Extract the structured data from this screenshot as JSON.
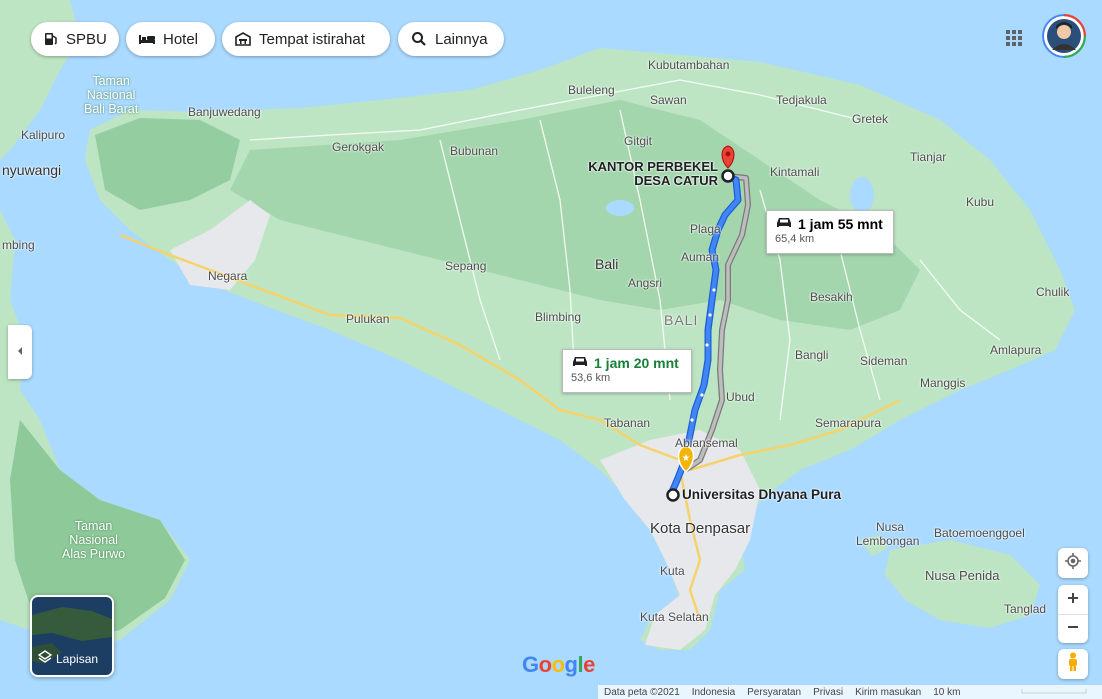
{
  "top_chips": [
    {
      "label": "SPBU",
      "icon": "gas-station-icon"
    },
    {
      "label": "Hotel",
      "icon": "bed-icon"
    },
    {
      "label": "Tempat istirahat",
      "icon": "rest-area-icon"
    },
    {
      "label": "Lainnya",
      "icon": "search-icon"
    }
  ],
  "routes": {
    "primary": {
      "duration": "1 jam 20 mnt",
      "distance": "53,6 km",
      "color": "#4285f4"
    },
    "alternate": {
      "duration": "1 jam 55 mnt",
      "distance": "65,4 km",
      "color": "#8e8e8e"
    }
  },
  "destination": {
    "name_line1": "KANTOR PERBEKEL",
    "name_line2": "DESA CATUR"
  },
  "origin": {
    "name": "Universitas Dhyana Pura"
  },
  "places": {
    "kubutambahan": "Kubutambahan",
    "buleleng": "Buleleng",
    "sawan": "Sawan",
    "tedjakula": "Tedjakula",
    "gretek": "Gretek",
    "tianjar": "Tianjar",
    "kubu": "Kubu",
    "kintamali": "Kintamali",
    "gitgit": "Gitgit",
    "banjuwedang": "Banjuwedang",
    "kalipuro": "Kalipuro",
    "banyuwangi": "nyuwangi",
    "gerokgak": "Gerokgak",
    "bubunan": "Bubunan",
    "rembing": "mbing",
    "negara": "Negara",
    "sepang": "Sepang",
    "bali_small": "Bali",
    "angsri": "Angsri",
    "auman": "Auman",
    "plaga": "Plaga",
    "pulukan": "Pulukan",
    "blimbing": "Blimbing",
    "bali_big": "BALI",
    "besakih": "Besakih",
    "chulik": "Chulik",
    "amlapura": "Amlapura",
    "bangli": "Bangli",
    "sideman": "Sideman",
    "manggis": "Manggis",
    "ubud": "Ubud",
    "tabanan": "Tabanan",
    "semarapura": "Semarapura",
    "abiansemal": "Abiansemal",
    "kota_denpasar": "Kota Denpasar",
    "nusa_lembongan_1": "Nusa",
    "nusa_lembongan_2": "Lembongan",
    "batoemoenggoel": "Batoemoenggoel",
    "nusa_penida": "Nusa Penida",
    "tanglad": "Tanglad",
    "kuta": "Kuta",
    "kuta_selatan": "Kuta Selatan"
  },
  "parks": {
    "bali_barat": [
      "Taman",
      "Nasional",
      "Bali Barat"
    ],
    "alas_purwo": [
      "Taman",
      "Nasional",
      "Alas Purwo"
    ]
  },
  "layers_label": "Lapisan",
  "google_logo": "Google",
  "footer": {
    "data": "Data peta ©2021",
    "country": "Indonesia",
    "terms": "Persyaratan",
    "privacy": "Privasi",
    "feedback": "Kirim masukan",
    "scale": "10 km"
  },
  "colors": {
    "sea": "#aadaff",
    "land": "#bde5c3",
    "land_dark": "#9fd3a9",
    "urban": "#e4e6ea",
    "road_yellow": "#f5d36a"
  }
}
